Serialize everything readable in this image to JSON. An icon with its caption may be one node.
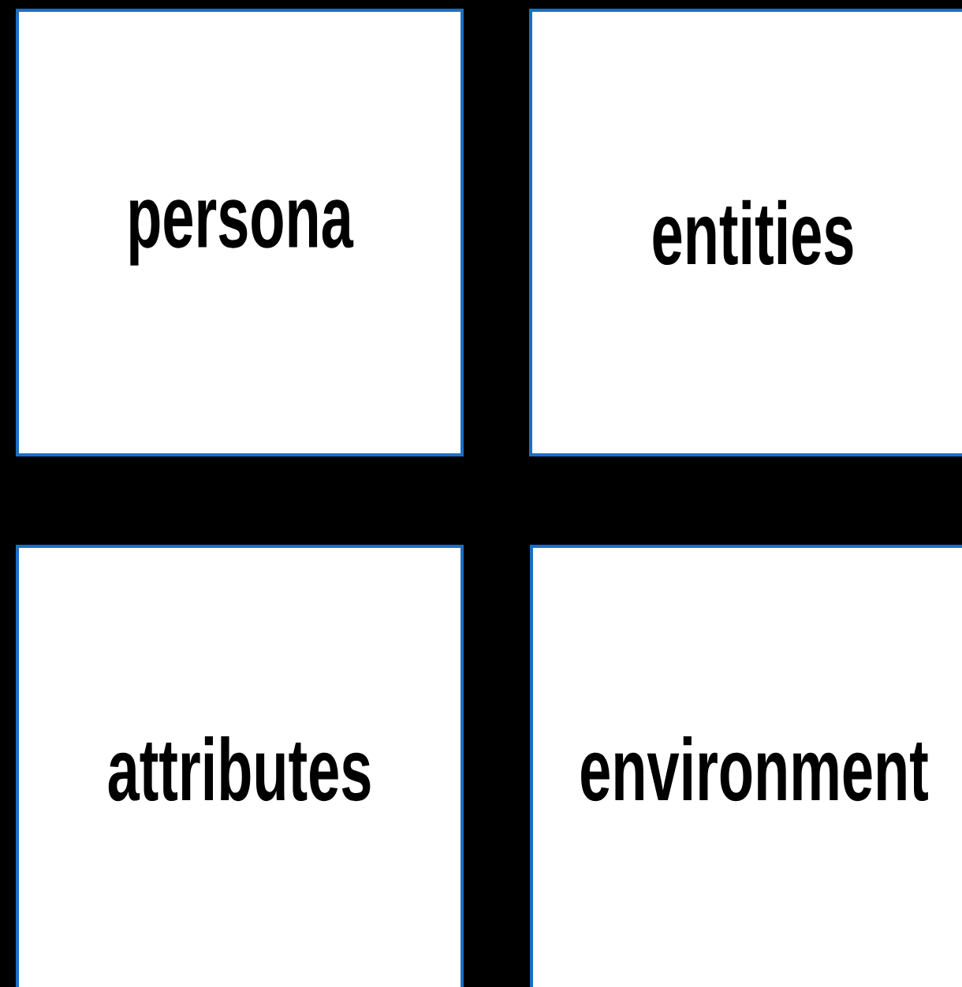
{
  "diagram": {
    "nodes": [
      {
        "text": [
          "persona"
        ]
      },
      {
        "text": [
          "entities"
        ]
      },
      {
        "text": [
          "attributes"
        ]
      },
      {
        "text": [
          "environment"
        ]
      }
    ]
  }
}
